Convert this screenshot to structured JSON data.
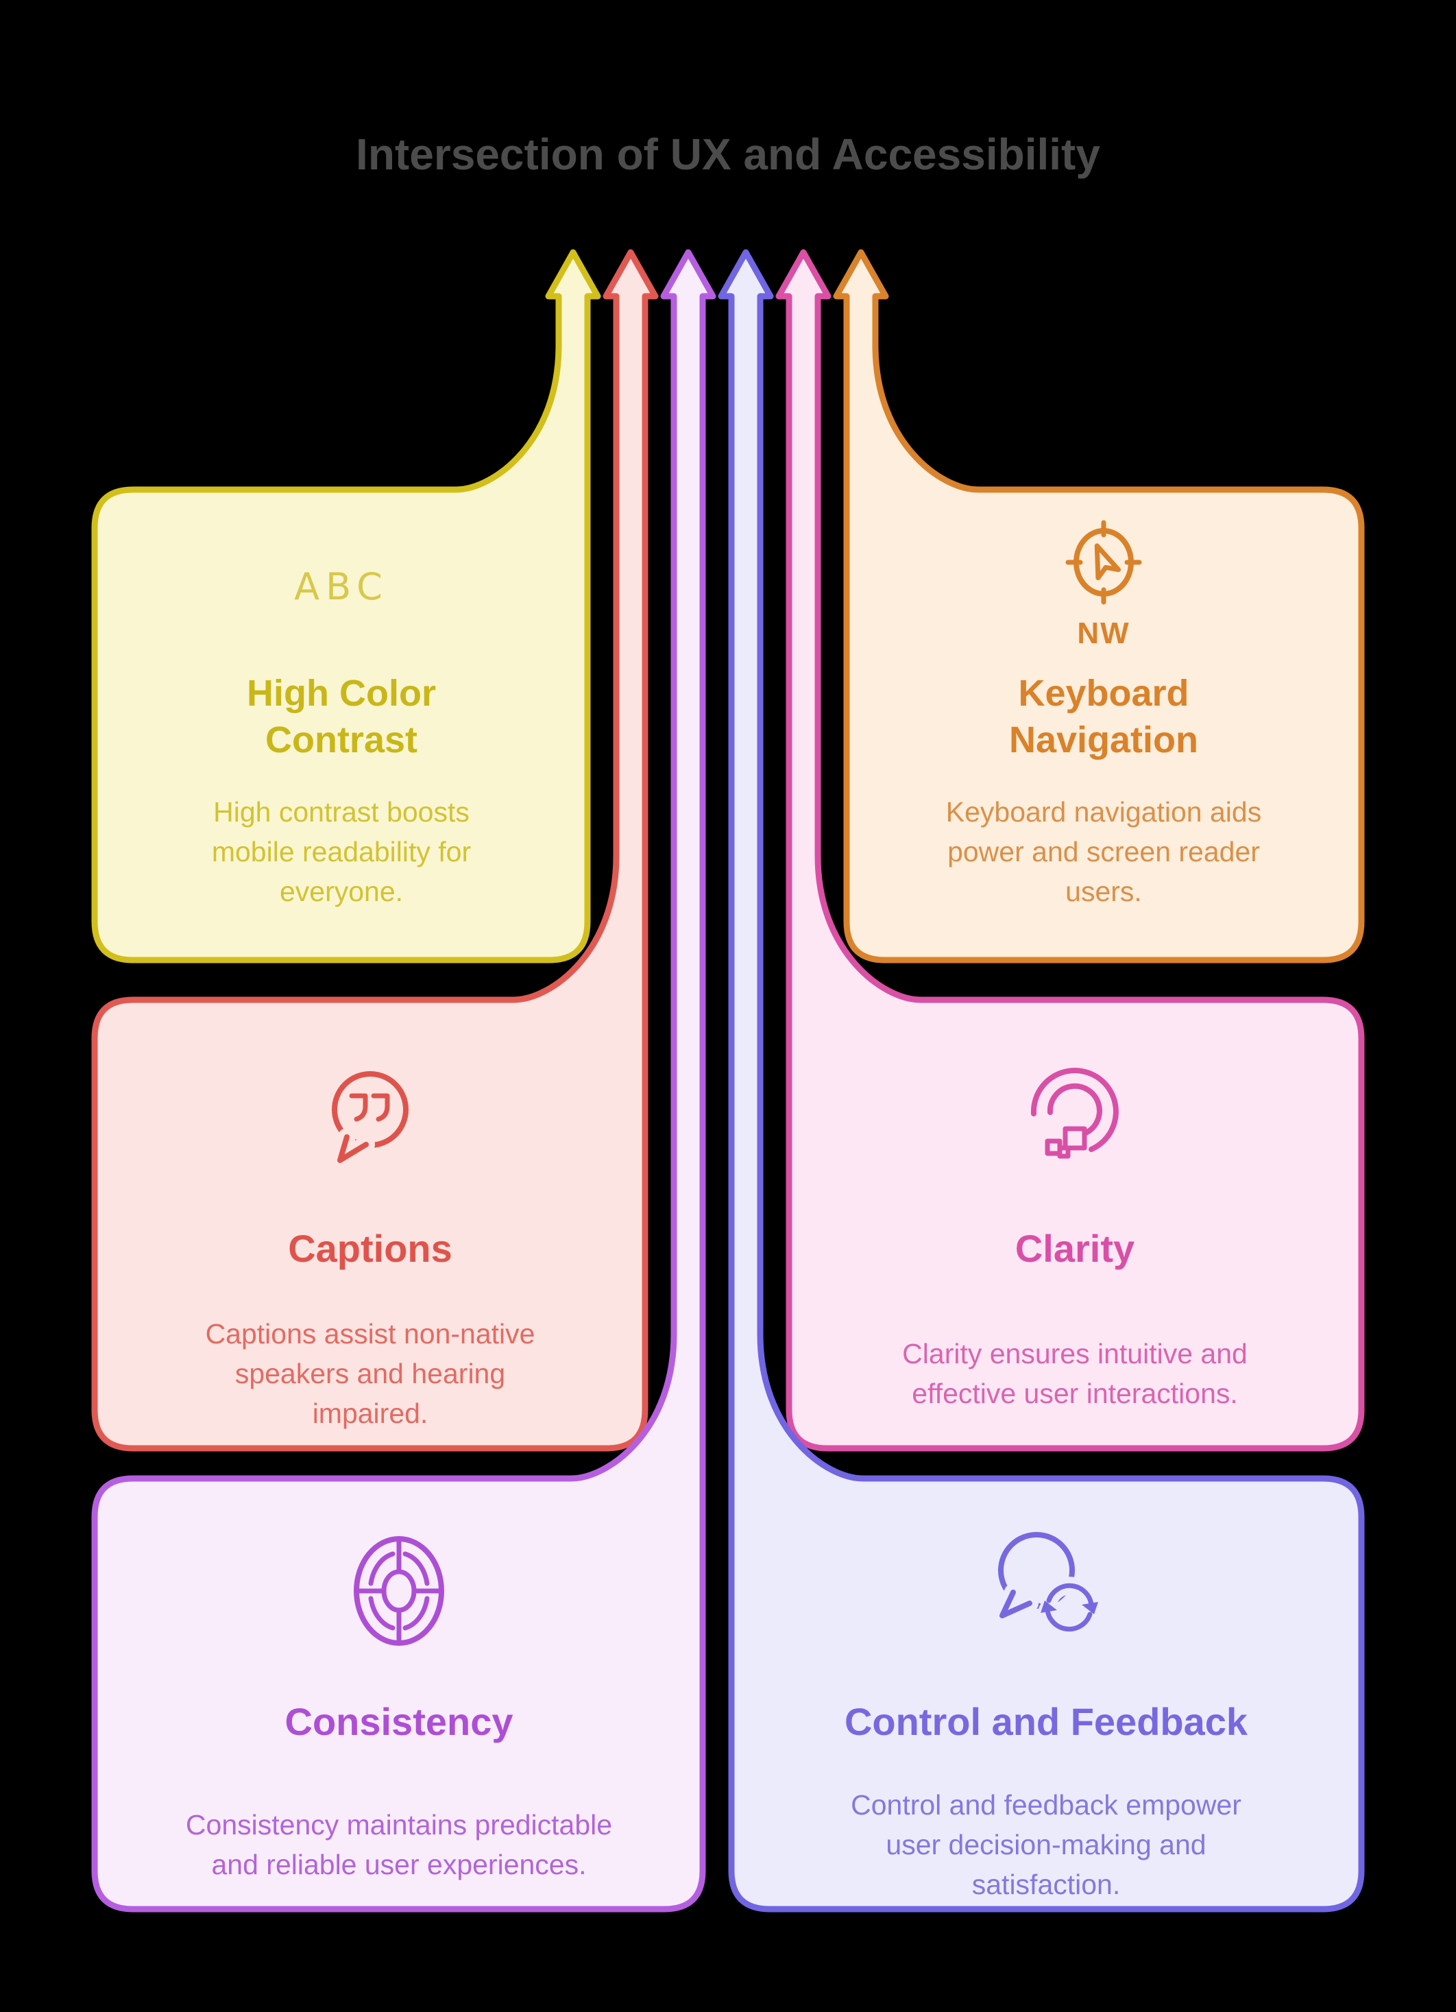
{
  "background": "#000000",
  "header": {
    "title": "Intersection of UX and Accessibility",
    "color": "#4c4c4c"
  },
  "cards": [
    {
      "id": "high-color-contrast",
      "position": "top-left",
      "icon": "abc-text-icon",
      "icon_text": "ABC",
      "title_lines": [
        "High Color",
        "Contrast"
      ],
      "body_lines": [
        "High contrast boosts",
        "mobile readability for",
        "everyone."
      ],
      "border": "#d2bf1b",
      "fill": "#faf6d2",
      "title_color": "#c9b71a",
      "body_color": "#d3c232",
      "icon_color": "#d8c84c"
    },
    {
      "id": "keyboard-navigation",
      "position": "top-right",
      "icon": "compass-icon",
      "icon_label": "NW",
      "title_lines": [
        "Keyboard",
        "Navigation"
      ],
      "body_lines": [
        "Keyboard navigation aids",
        "power and screen reader",
        "users."
      ],
      "border": "#d9832c",
      "fill": "#fdeedd",
      "title_color": "#d9822a",
      "body_color": "#da9049",
      "icon_color": "#d9822a"
    },
    {
      "id": "captions",
      "position": "middle-left",
      "icon": "speech-quotes-icon",
      "title_lines": [
        "Captions"
      ],
      "body_lines": [
        "Captions assist non-native",
        "speakers and hearing",
        "impaired."
      ],
      "border": "#e05a53",
      "fill": "#fce4e2",
      "title_color": "#de544c",
      "body_color": "#e16b62",
      "icon_color": "#de544c"
    },
    {
      "id": "clarity",
      "position": "middle-right",
      "icon": "spiral-pixel-icon",
      "title_lines": [
        "Clarity"
      ],
      "body_lines": [
        "Clarity ensures intuitive and",
        "effective user interactions."
      ],
      "border": "#d950a5",
      "fill": "#fde7f5",
      "title_color": "#d94fa6",
      "body_color": "#da64b0",
      "icon_color": "#d94fa6"
    },
    {
      "id": "consistency",
      "position": "bottom-left",
      "icon": "wheel-icon",
      "title_lines": [
        "Consistency"
      ],
      "body_lines": [
        "Consistency maintains predictable",
        "and reliable user experiences."
      ],
      "border": "#b55fe0",
      "fill": "#f9edfc",
      "title_color": "#ad4fd5",
      "body_color": "#b264d8",
      "icon_color": "#ad4fd5"
    },
    {
      "id": "control-and-feedback",
      "position": "bottom-right",
      "icon": "chat-refresh-icon",
      "title_lines": [
        "Control and Feedback"
      ],
      "body_lines": [
        "Control and feedback empower",
        "user decision-making and",
        "satisfaction."
      ],
      "border": "#7165e2",
      "fill": "#ecebfc",
      "title_color": "#7768e0",
      "body_color": "#8478de",
      "icon_color": "#7768e0"
    }
  ]
}
